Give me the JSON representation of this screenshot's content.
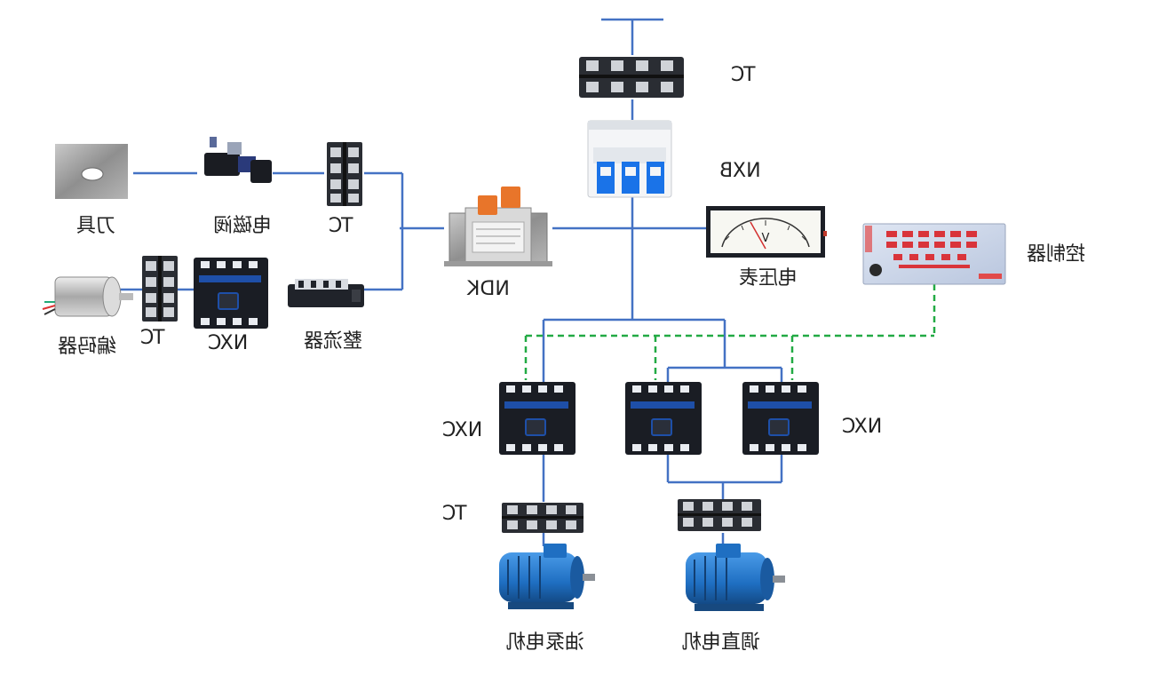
{
  "labels": {
    "tc_top": "TC",
    "nxb": "NXB",
    "tool": "刀具",
    "solenoid_valve": "电磁阀",
    "tc_left_top": "TC",
    "ndk": "NDK",
    "voltmeter": "电压表",
    "controller": "控制器",
    "encoder": "编码器",
    "tc_left_bottom": "TC",
    "nxc_left": "NXC",
    "rectifier": "整流器",
    "nxc_bottom_left": "NXC",
    "nxc_bottom_right": "NXC",
    "tc_bottom": "TC",
    "pump_motor": "油泵电机",
    "straightening_motor": "调直电机"
  },
  "meter_letter": "V",
  "colors": {
    "wire": "#4472c4",
    "control_wire": "#22aa44",
    "device_dark": "#1a1d24",
    "contactor_accent": "#1e4fa8",
    "motor_blue": "#1f6fc2",
    "breaker_blue": "#1a73e8",
    "transformer_orange": "#e8752a",
    "controller_red": "#d9343a"
  }
}
